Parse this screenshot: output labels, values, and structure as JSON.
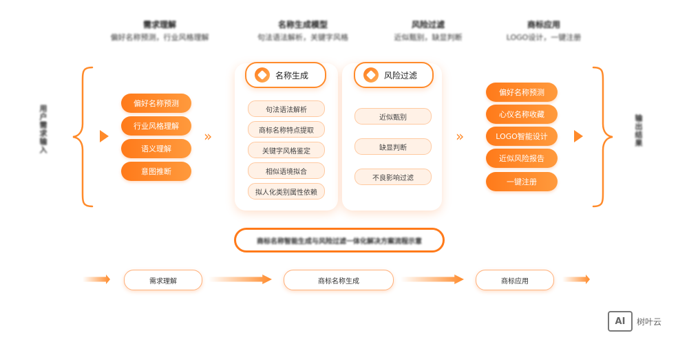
{
  "headers": [
    {
      "title": "需求理解",
      "subtitle": "偏好名称预测，行业风格理解"
    },
    {
      "title": "名称生成模型",
      "subtitle": "句法语法解析，关键字风格"
    },
    {
      "title": "风险过滤",
      "subtitle": "近似甄别，缺显判断"
    },
    {
      "title": "商标应用",
      "subtitle": "LOGO设计，一键注册"
    }
  ],
  "side_labels": {
    "left": "用户需求输入",
    "right": "输出结果"
  },
  "left_pills": [
    "偏好名称预测",
    "行业风格理解",
    "语义理解",
    "意图推断"
  ],
  "panel_generate": {
    "title": "名称生成",
    "chips": [
      "句法语法解析",
      "商标名称特点提取",
      "关键字风格鉴定",
      "相似语境拟合",
      "拟人化类别属性依赖"
    ]
  },
  "panel_filter": {
    "title": "风险过滤",
    "chips": [
      "近似甄别",
      "缺显判断",
      "不良影响过滤"
    ]
  },
  "right_pills": [
    "偏好名称预测",
    "心仪名称收藏",
    "LOGO智能设计",
    "近似风险报告",
    "一键注册"
  ],
  "banner": "商标名称智能生成与风险过滤一体化解决方案流程示意",
  "flow": [
    "需求理解",
    "商标名称生成",
    "商标应用"
  ],
  "watermark": {
    "badge": "AI",
    "text": "树叶云"
  },
  "colors": {
    "accent": "#ff8a2a",
    "accent_dark": "#ff7a1a"
  }
}
